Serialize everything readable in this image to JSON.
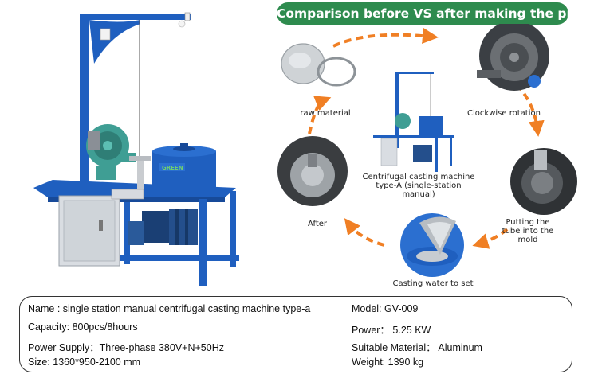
{
  "banner": {
    "title": "Comparison before  VS after making the product"
  },
  "machine": {
    "brand": "GREEN"
  },
  "steps": [
    {
      "label": "raw material"
    },
    {
      "label": "Clockwise rotation"
    },
    {
      "label": "Putting the tube into the mold"
    },
    {
      "label": "Casting water to set"
    },
    {
      "label": "After"
    }
  ],
  "center": {
    "label_line1": "Centrifugal casting machine",
    "label_line2": "type-A (single-station manual)"
  },
  "specs": {
    "name": "Name :  single station manual centrifugal casting machine type-a",
    "model": "Model: GV-009",
    "capacity": "Capacity: 800pcs/8hours",
    "power": "Power： 5.25 KW",
    "supply": "Power Supply：Three-phase 380V+N+50Hz",
    "material": "Suitable Material： Aluminum",
    "size": "Size: 1360*950-2100 mm",
    "weight": "Weight: 1390 kg"
  },
  "colors": {
    "machine_blue": "#1f5fbf",
    "banner_green": "#2e8b4e",
    "arrow_orange": "#f07f24",
    "fan_teal": "#3f9e94"
  }
}
